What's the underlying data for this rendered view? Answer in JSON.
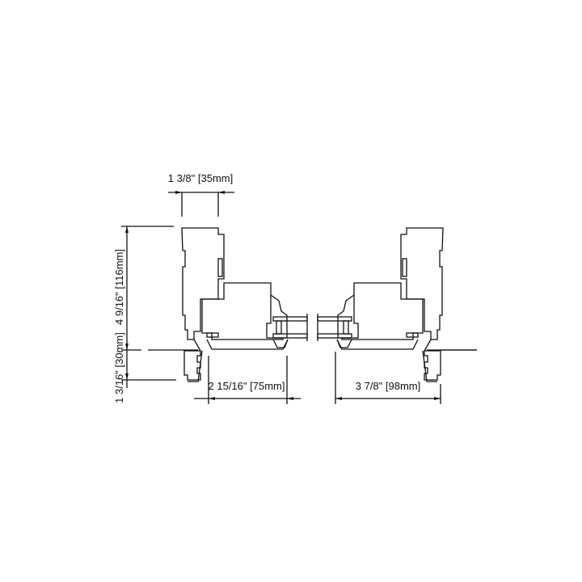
{
  "dimensions": {
    "top_width": "1 3/8\" [35mm]",
    "total_height": "4 9/16\" [116mm]",
    "lower_height": "1 3/16\" [30mm]",
    "left_width": "2 15/16\" [75mm]",
    "right_width": "3 7/8\" [98mm]"
  },
  "colors": {
    "line": "#111111",
    "background": "#ffffff"
  }
}
